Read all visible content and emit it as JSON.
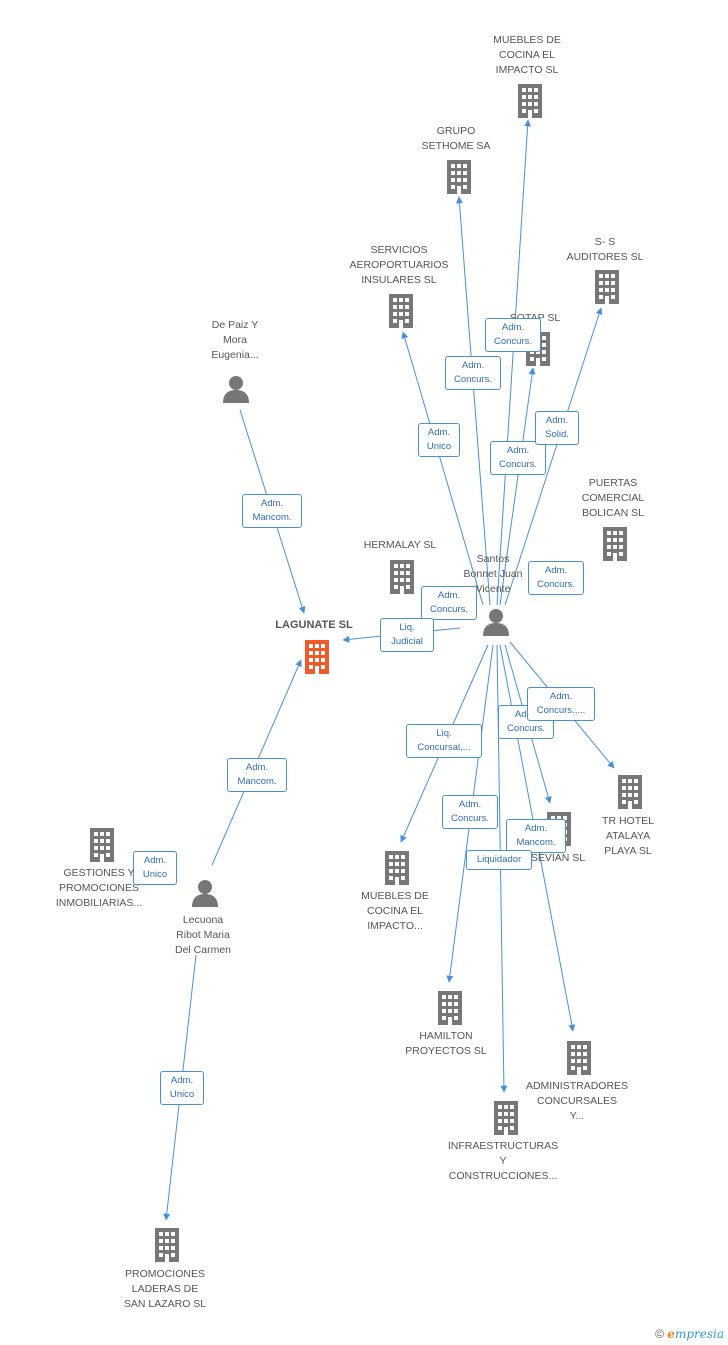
{
  "colors": {
    "edge": "#4a90d9",
    "node_company": "#777777",
    "node_person": "#777777",
    "node_focus": "#f05a2a"
  },
  "nodes": {
    "muebles_cocina_impacto": "MUEBLES DE\nCOCINA EL\nIMPACTO SL",
    "grupo_sethome": "GRUPO\nSETHOME SA",
    "servicios_aeroportuarios": "SERVICIOS\nAEROPORTUARIOS\nINSULARES SL",
    "ss_auditores": "S- S\nAUDITORES SL",
    "sotap": "SOTAP SL",
    "de_paiz": "De Paiz Y\nMora\nEugenia...",
    "puertas_comercial": "PUERTAS\nCOMERCIAL\nBOLICAN SL",
    "hermalay": "HERMALAY  SL",
    "santos_bonnet": "Santos\nBonnet Juan\nVicente",
    "lagunate": "LAGUNATE SL",
    "tr_hotel": "TR HOTEL\nATALAYA\nPLAYA SL",
    "sevian": "SEVIAN SL",
    "gestiones_promociones": "GESTIONES Y\nPROMOCIONES\nINMOBILIARIAS...",
    "lecuona": "Lecuona\nRibot Maria\nDel Carmen",
    "muebles_cocina_impacto2": "MUEBLES DE\nCOCINA EL\nIMPACTO...",
    "hamilton": "HAMILTON\nPROYECTOS SL",
    "administradores": "ADMINISTRADORES\nCONCURSALES\nY...",
    "infraestructuras": "INFRAESTRUCTURAS\nY\nCONSTRUCCIONES...",
    "promociones_laderas": "PROMOCIONES\nLADERAS DE\nSAN LAZARO SL"
  },
  "edges": {
    "e_muebles": "Adm.\nConcurs.",
    "e_grupo": "Adm.\nConcurs.",
    "e_servicios": "Adm.\nUnico",
    "e_sotap": "Adm.\nConcurs.",
    "e_ss": "Adm.\nSolid.",
    "e_puertas": "Adm.\nConcurs.",
    "e_hermalay": "Adm.\nConcurs.",
    "e_lagunate_santos": "Liq.\nJudicial",
    "e_depaiz": "Adm.\nMancom.",
    "e_tr_hotel": "Adm.\nConcurs.,...",
    "e_sevian1": "Adm.\nConcurs.",
    "e_liq_concursal": "Liq.\nConcursal,...",
    "e_hamilton": "Adm.\nConcurs.",
    "e_sevian_mancom": "Adm.\nMancom.",
    "e_liquidador": "Liquidador",
    "e_lecuona_lagunate": "Adm.\nMancom.",
    "e_gestiones": "Adm.\nUnico",
    "e_laderas": "Adm.\nUnico"
  },
  "footer": {
    "copyright": "©",
    "brand_e": "e",
    "brand_rest": "mpresia"
  }
}
